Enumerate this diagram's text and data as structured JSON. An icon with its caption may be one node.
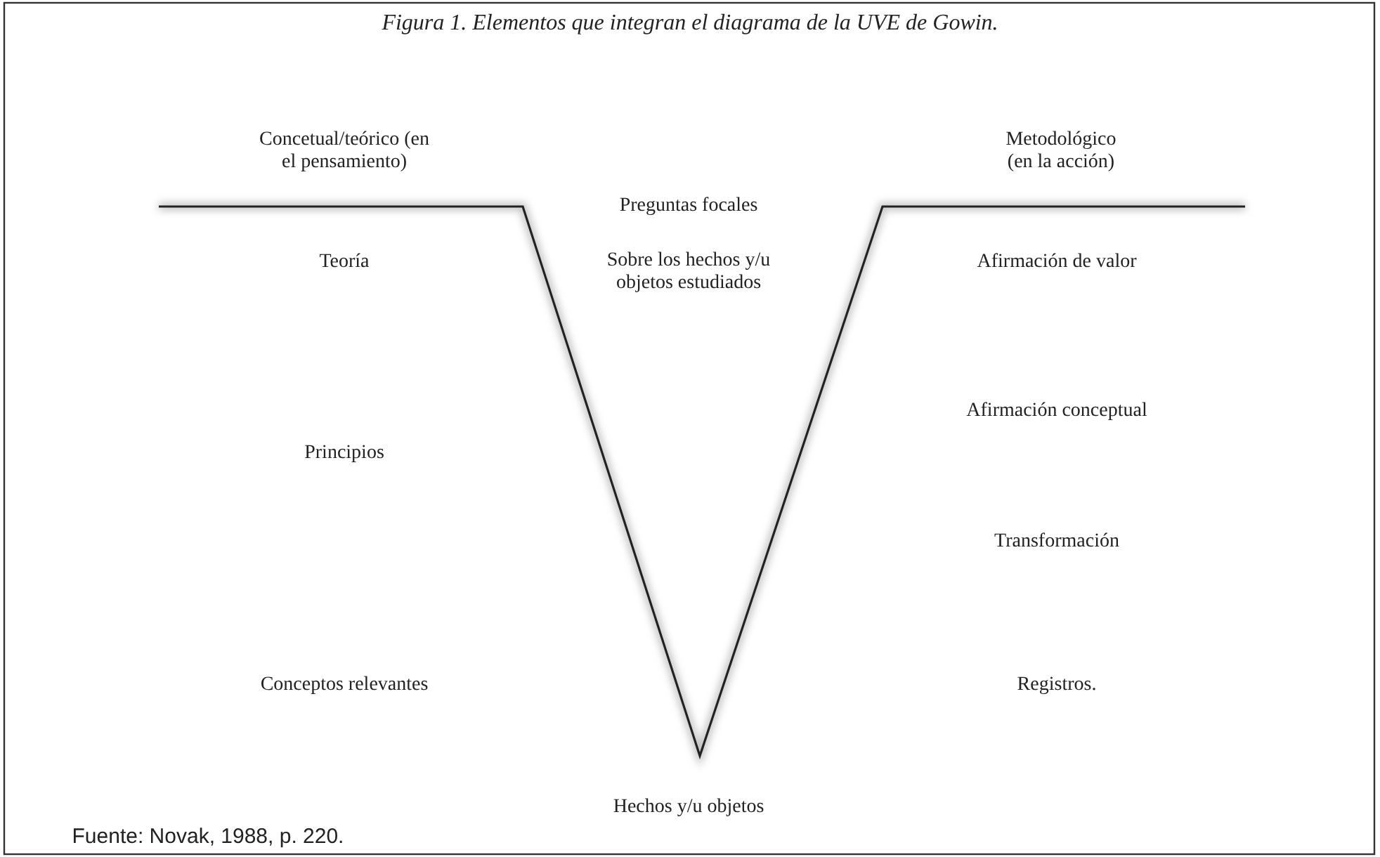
{
  "diagram": {
    "title": "Figura 1. Elementos que integran el diagrama de la UVE de Gowin.",
    "caption": "Fuente: Novak, 1988, p. 220.",
    "labels": [
      "Concetual/teórico (en el pensamiento)",
      "Metodológico (en la acción)",
      "Preguntas focales",
      "Teoría",
      "Sobre los hechos y/u objetos estudiados",
      "Afirmación de valor",
      "Afirmación conceptual",
      "Principios",
      "Transformación",
      "Conceptos relevantes",
      "Registros.",
      "Hechos y/u objetos"
    ]
  }
}
